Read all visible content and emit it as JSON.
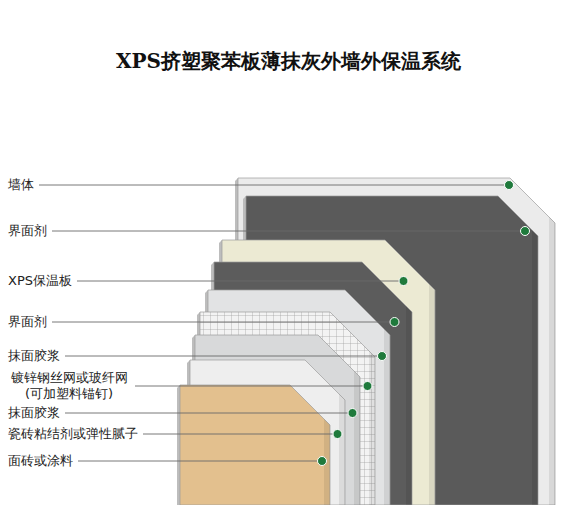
{
  "diagram": {
    "title": "XPS挤塑聚苯板薄抹灰外墙外保温系统",
    "labels": [
      "墙体",
      "界面剂",
      "XPS保温板",
      "界面剂",
      "抹面胶浆",
      "镀锌钢丝网或玻纤网 (可加塑料锚钉)",
      "抹面胶浆",
      "瓷砖粘结剂或弹性腻子",
      "面砖或涂料"
    ]
  }
}
